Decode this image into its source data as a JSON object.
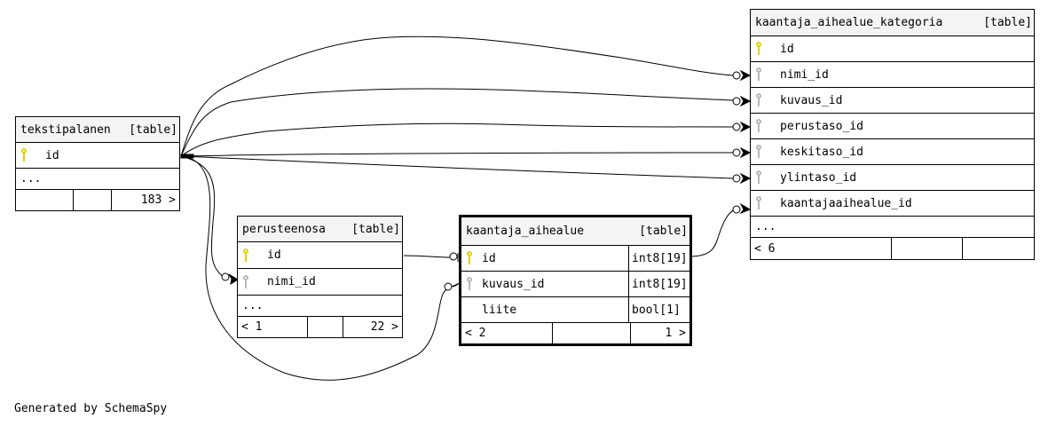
{
  "tables": {
    "tekstipalanen": {
      "name": "tekstipalanen",
      "kind": "[table]",
      "columns": [
        {
          "name": "id",
          "key": "pk"
        }
      ],
      "more": "...",
      "footer": {
        "parents": "",
        "middle": "",
        "children": "183 >"
      }
    },
    "perusteenosa": {
      "name": "perusteenosa",
      "kind": "[table]",
      "columns": [
        {
          "name": "id",
          "key": "pk"
        },
        {
          "name": "nimi_id",
          "key": "fk"
        }
      ],
      "more": "...",
      "footer": {
        "parents": "< 1",
        "middle": "",
        "children": "22 >"
      }
    },
    "kaantaja_aihealue": {
      "name": "kaantaja_aihealue",
      "kind": "[table]",
      "columns": [
        {
          "name": "id",
          "key": "pk",
          "type": "int8[19]"
        },
        {
          "name": "kuvaus_id",
          "key": "fk",
          "type": "int8[19]"
        },
        {
          "name": "liite",
          "key": "none",
          "type": "bool[1]"
        }
      ],
      "footer": {
        "parents": "< 2",
        "middle": "",
        "children": "1 >"
      }
    },
    "kaantaja_aihealue_kategoria": {
      "name": "kaantaja_aihealue_kategoria",
      "kind": "[table]",
      "columns": [
        {
          "name": "id",
          "key": "pk"
        },
        {
          "name": "nimi_id",
          "key": "fk"
        },
        {
          "name": "kuvaus_id",
          "key": "fk"
        },
        {
          "name": "perustaso_id",
          "key": "fk"
        },
        {
          "name": "keskitaso_id",
          "key": "fk"
        },
        {
          "name": "ylintaso_id",
          "key": "fk"
        },
        {
          "name": "kaantajaaihealue_id",
          "key": "fk"
        }
      ],
      "more": "...",
      "footer": {
        "parents": "< 6",
        "middle": "",
        "children": ""
      }
    }
  },
  "relationships": [
    {
      "from": "kaantaja_aihealue_kategoria.nimi_id",
      "to": "tekstipalanen.id"
    },
    {
      "from": "kaantaja_aihealue_kategoria.kuvaus_id",
      "to": "tekstipalanen.id"
    },
    {
      "from": "kaantaja_aihealue_kategoria.perustaso_id",
      "to": "tekstipalanen.id"
    },
    {
      "from": "kaantaja_aihealue_kategoria.keskitaso_id",
      "to": "tekstipalanen.id"
    },
    {
      "from": "kaantaja_aihealue_kategoria.ylintaso_id",
      "to": "tekstipalanen.id"
    },
    {
      "from": "kaantaja_aihealue_kategoria.kaantajaaihealue_id",
      "to": "kaantaja_aihealue.id"
    },
    {
      "from": "perusteenosa.nimi_id",
      "to": "tekstipalanen.id"
    },
    {
      "from": "kaantaja_aihealue.id",
      "to": "perusteenosa.id"
    },
    {
      "from": "kaantaja_aihealue.kuvaus_id",
      "to": "tekstipalanen.id"
    }
  ],
  "credit": "Generated by SchemaSpy"
}
